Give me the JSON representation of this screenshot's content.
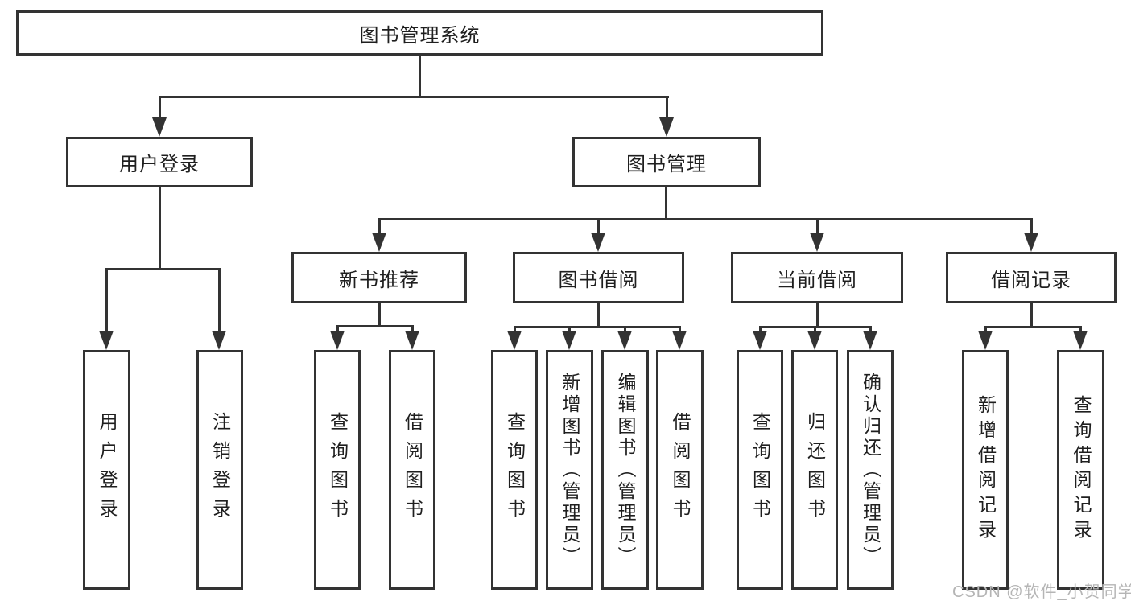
{
  "title": "图书管理系统",
  "level2": [
    "用户登录",
    "图书管理"
  ],
  "level3": [
    "新书推荐",
    "图书借阅",
    "当前借阅",
    "借阅记录"
  ],
  "leaves": {
    "login": [
      "用户登录",
      "注销登录"
    ],
    "recommend": [
      "查询图书",
      "借阅图书"
    ],
    "borrow": [
      "查询图书",
      "新增图书（管理员）",
      "编辑图书（管理员）",
      "借阅图书"
    ],
    "current": [
      "查询图书",
      "归还图书",
      "确认归还（管理员）"
    ],
    "records": [
      "新增借阅记录",
      "查询借阅记录"
    ]
  },
  "watermark": "CSDN @软件_小贺同学",
  "colors": {
    "line": "#333333",
    "text": "#1f1f1f",
    "watermark": "#b5b5b5",
    "background": "#ffffff"
  }
}
